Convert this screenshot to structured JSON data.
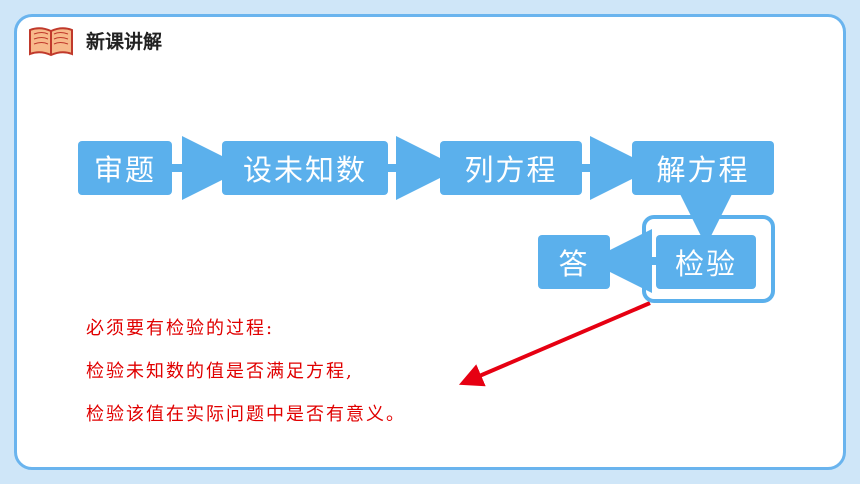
{
  "header": {
    "title": "新课讲解",
    "icon": "open-book-icon"
  },
  "flow": {
    "step1": "审题",
    "step2": "设未知数",
    "step3": "列方程",
    "step4": "解方程",
    "step5": "检验",
    "step6": "答"
  },
  "notes": {
    "line1": "必须要有检验的过程:",
    "line2": "检验未知数的值是否满足方程,",
    "line3": "检验该值在实际问题中是否有意义。"
  },
  "colors": {
    "box": "#5bb0ec",
    "note_text": "#e00000",
    "pointer_arrow": "#e60012",
    "background": "#cfe6f8"
  }
}
